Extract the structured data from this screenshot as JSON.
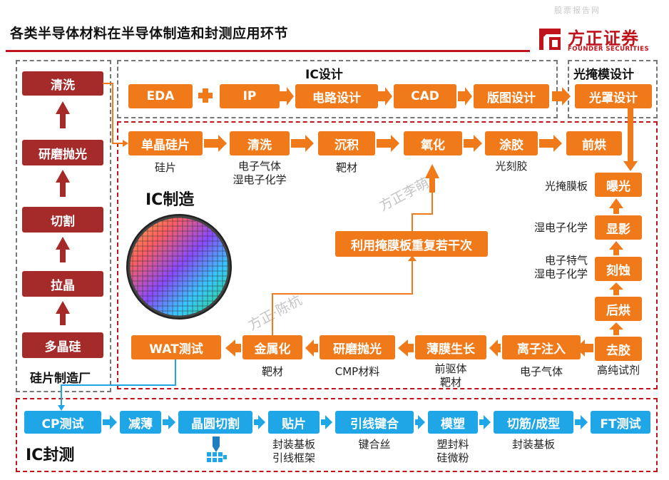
{
  "header": {
    "title": "各类半导体材料在半导体制造和封测应用环节",
    "watermark_top": "股票报告网",
    "brand_name": "方正证券",
    "brand_sub": "FOUNDER SECURITIES"
  },
  "wafer_prep": {
    "title": "硅片制造厂",
    "steps": [
      "清洗",
      "研磨抛光",
      "切割",
      "拉晶",
      "多晶硅"
    ]
  },
  "ic_design": {
    "title": "IC设计",
    "steps": [
      "EDA",
      "IP",
      "电路设计",
      "CAD",
      "版图设计"
    ]
  },
  "mask_design": {
    "title": "光掩模设计",
    "step": "光罩设计"
  },
  "ic_manufacturing": {
    "title": "IC制造",
    "row1": [
      {
        "step": "单晶硅片",
        "material": "硅片"
      },
      {
        "step": "清洗",
        "material": "电子气体\n湿电子化学"
      },
      {
        "step": "沉积",
        "material": "靶材"
      },
      {
        "step": "氧化",
        "material": ""
      },
      {
        "step": "涂胶",
        "material": "光刻胶"
      },
      {
        "step": "前烘",
        "material": ""
      }
    ],
    "column": [
      {
        "step": "曝光",
        "material": "光掩膜板"
      },
      {
        "step": "显影",
        "material": "湿电子化学"
      },
      {
        "step": "刻蚀",
        "material": "电子特气\n湿电子化学"
      },
      {
        "step": "后烘",
        "material": ""
      },
      {
        "step": "去胶",
        "material": "高纯试剂"
      }
    ],
    "row2": [
      {
        "step": "离子注入",
        "material": "电子气体"
      },
      {
        "step": "薄膜生长",
        "material": "前驱体\n靶材"
      },
      {
        "step": "研磨抛光",
        "material": "CMP材料"
      },
      {
        "step": "金属化",
        "material": "靶材"
      },
      {
        "step": "WAT测试",
        "material": ""
      }
    ],
    "repeat_label": "利用掩膜板重复若干次"
  },
  "ic_packaging": {
    "title": "IC封测",
    "steps": [
      {
        "step": "CP测试",
        "material": ""
      },
      {
        "step": "减薄",
        "material": ""
      },
      {
        "step": "晶圆切割",
        "material": ""
      },
      {
        "step": "贴片",
        "material": "封装基板\n引线框架"
      },
      {
        "step": "引线键合",
        "material": "键合丝"
      },
      {
        "step": "模塑",
        "material": "塑封料\n硅微粉"
      },
      {
        "step": "切筋/成型",
        "material": "封装基板"
      },
      {
        "step": "FT测试",
        "material": ""
      }
    ]
  },
  "watermarks": [
    "方正李萌",
    "方正·陈杭"
  ],
  "colors": {
    "brand_red": "#c0141c",
    "dark_red_box": "#a52a2a",
    "orange": "#f07a1a",
    "blue": "#1ea6e6"
  }
}
